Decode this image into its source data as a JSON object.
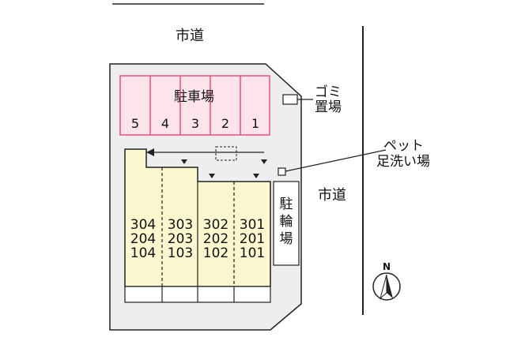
{
  "roads": {
    "top": "市道",
    "right": "市道"
  },
  "parking": {
    "title": "駐車場",
    "stalls": [
      "5",
      "4",
      "3",
      "2",
      "1"
    ]
  },
  "trash": {
    "line1": "ゴミ",
    "line2": "置場"
  },
  "pet_wash": {
    "line1": "ペット",
    "line2": "足洗い場"
  },
  "bicycle": {
    "line1": "駐",
    "line2": "輪",
    "line3": "場"
  },
  "building": {
    "columns": [
      [
        "304",
        "204",
        "104"
      ],
      [
        "303",
        "203",
        "103"
      ],
      [
        "302",
        "202",
        "102"
      ],
      [
        "301",
        "201",
        "101"
      ]
    ]
  },
  "compass": {
    "label": "N"
  },
  "colors": {
    "lot": "#eeeeee",
    "parking": "#fde3ea",
    "parking_line": "#e8507a",
    "building": "#fbf8cf"
  }
}
